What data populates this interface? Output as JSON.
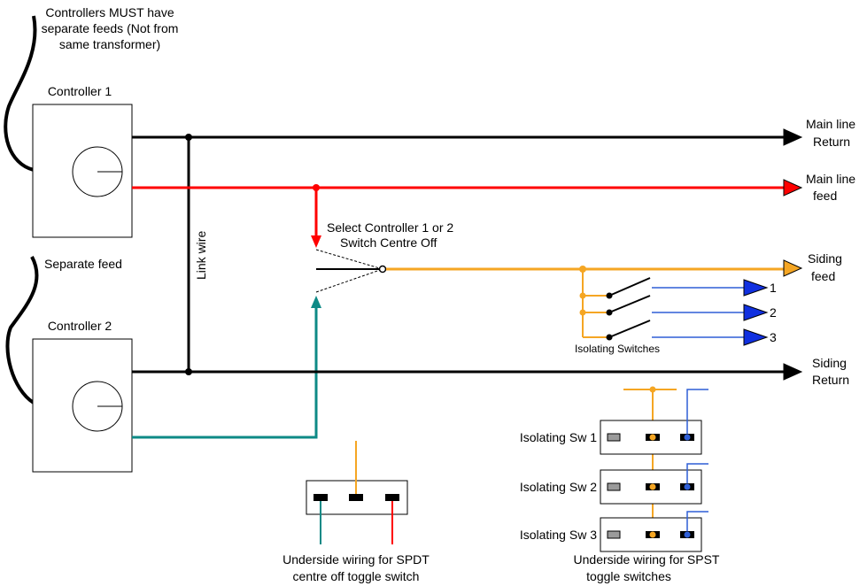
{
  "notes": {
    "controllers_note": [
      "Controllers MUST have",
      "separate feeds (Not from",
      "same transformer)"
    ],
    "separate_feed": "Separate feed",
    "link_wire": "Link wire",
    "select_switch": [
      "Select Controller 1 or 2",
      "Switch Centre Off"
    ],
    "isolating_switches": "Isolating Switches"
  },
  "controllers": [
    {
      "label": "Controller 1"
    },
    {
      "label": "Controller 2"
    }
  ],
  "terminals": {
    "main_return": [
      "Main line",
      "Return"
    ],
    "main_feed": [
      "Main line",
      "feed"
    ],
    "siding_feed": [
      "Siding",
      "feed"
    ],
    "siding_return": [
      "Siding",
      "Return"
    ]
  },
  "isolator_outputs": [
    "1",
    "2",
    "3"
  ],
  "spdt": {
    "caption": [
      "Underside wiring for SPDT",
      "centre off toggle switch"
    ]
  },
  "spst": {
    "caption": [
      "Underside wiring for SPST",
      "toggle switches"
    ],
    "switches": [
      "Isolating Sw 1",
      "Isolating Sw 2",
      "Isolating Sw 3"
    ]
  },
  "colors": {
    "black": "#000000",
    "red": "#ff0000",
    "orange": "#f5a623",
    "teal": "#0e8a86",
    "blue": "#2f5fd6",
    "arrow_blue": "#1030e0",
    "grey_pin": "#9a9a9a"
  }
}
